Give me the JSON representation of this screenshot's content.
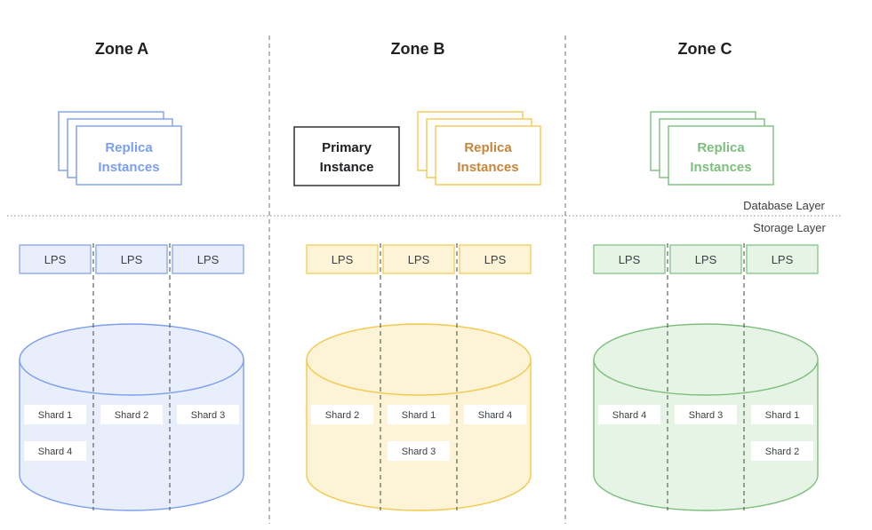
{
  "zones": [
    {
      "title": "Zone A",
      "color": "#7b9ef0",
      "fill": "#e8eefc",
      "primary": null,
      "replica": [
        "Replica",
        "Instances"
      ],
      "lps": [
        "LPS",
        "LPS",
        "LPS"
      ],
      "shards": [
        [
          "Shard 1",
          "Shard 4"
        ],
        [
          "Shard 2"
        ],
        [
          "Shard 3"
        ]
      ]
    },
    {
      "title": "Zone B",
      "color": "#f2c94c",
      "fill": "#fdf3d6",
      "primary": [
        "Primary",
        "Instance"
      ],
      "replica": [
        "Replica",
        "Instances"
      ],
      "replica_text_color": "#c8843a",
      "lps": [
        "LPS",
        "LPS",
        "LPS"
      ],
      "shards": [
        [
          "Shard 2"
        ],
        [
          "Shard 1",
          "Shard 3"
        ],
        [
          "Shard 4"
        ]
      ]
    },
    {
      "title": "Zone C",
      "color": "#7cbf7c",
      "fill": "#e6f4e6",
      "primary": null,
      "replica": [
        "Replica",
        "Instances"
      ],
      "lps": [
        "LPS",
        "LPS",
        "LPS"
      ],
      "shards": [
        [
          "Shard 4"
        ],
        [
          "Shard 3"
        ],
        [
          "Shard 1",
          "Shard 2"
        ]
      ]
    }
  ],
  "layers": {
    "database": "Database Layer",
    "storage": "Storage Layer"
  }
}
